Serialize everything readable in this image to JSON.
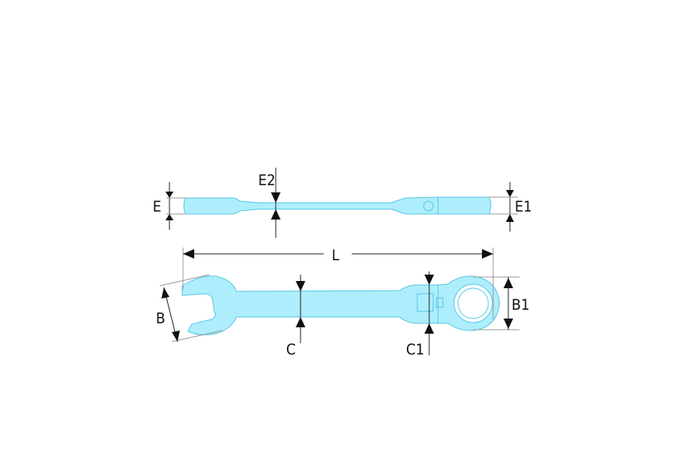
{
  "colors": {
    "wrench_fill": "#aeeefc",
    "wrench_outline": "#55c6e6",
    "dimension_lines": "#222222"
  },
  "labels": {
    "E": "E",
    "E2": "E2",
    "E1": "E1",
    "L": "L",
    "B": "B",
    "C": "C",
    "C1": "C1",
    "B1": "B1"
  }
}
